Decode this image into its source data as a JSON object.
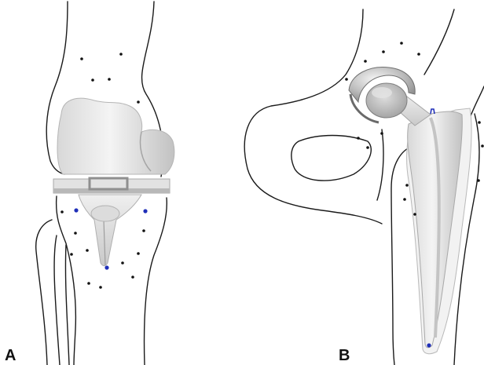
{
  "figure": {
    "panel_a_label": "A",
    "panel_b_label": "B"
  },
  "colors": {
    "implant_light": "#ebebeb",
    "implant_mid": "#cfcfcf",
    "implant_dark": "#9a9a9a",
    "bone_outline": "#1a1a1a",
    "marker_blue": "#1f2fb8",
    "dot_black": "#111111"
  },
  "icons": {
    "panel_a": "knee-replacement-illustration",
    "panel_b": "hip-replacement-illustration"
  }
}
